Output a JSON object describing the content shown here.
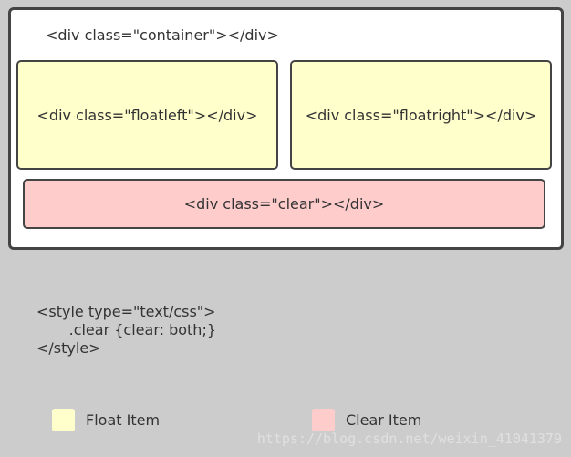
{
  "diagram": {
    "container_label": "<div class=\"container\"></div>",
    "floatleft_label": "<div class=\"floatleft\"></div>",
    "floatright_label": "<div class=\"floatright\"></div>",
    "clear_label": "<div class=\"clear\"></div>"
  },
  "code": {
    "line1": "<style type=\"text/css\">",
    "line2": "       .clear {clear: both;}",
    "line3": "</style>"
  },
  "legend": {
    "float": {
      "label": "Float Item",
      "color": "#ffffcc"
    },
    "clear": {
      "label": "Clear Item",
      "color": "#ffcccc"
    }
  },
  "watermark": "https://blog.csdn.net/weixin_41041379",
  "colors": {
    "background": "#cccccc",
    "container": "#ffffff",
    "float": "#ffffcc",
    "clear": "#ffcccc",
    "border": "#444444"
  }
}
